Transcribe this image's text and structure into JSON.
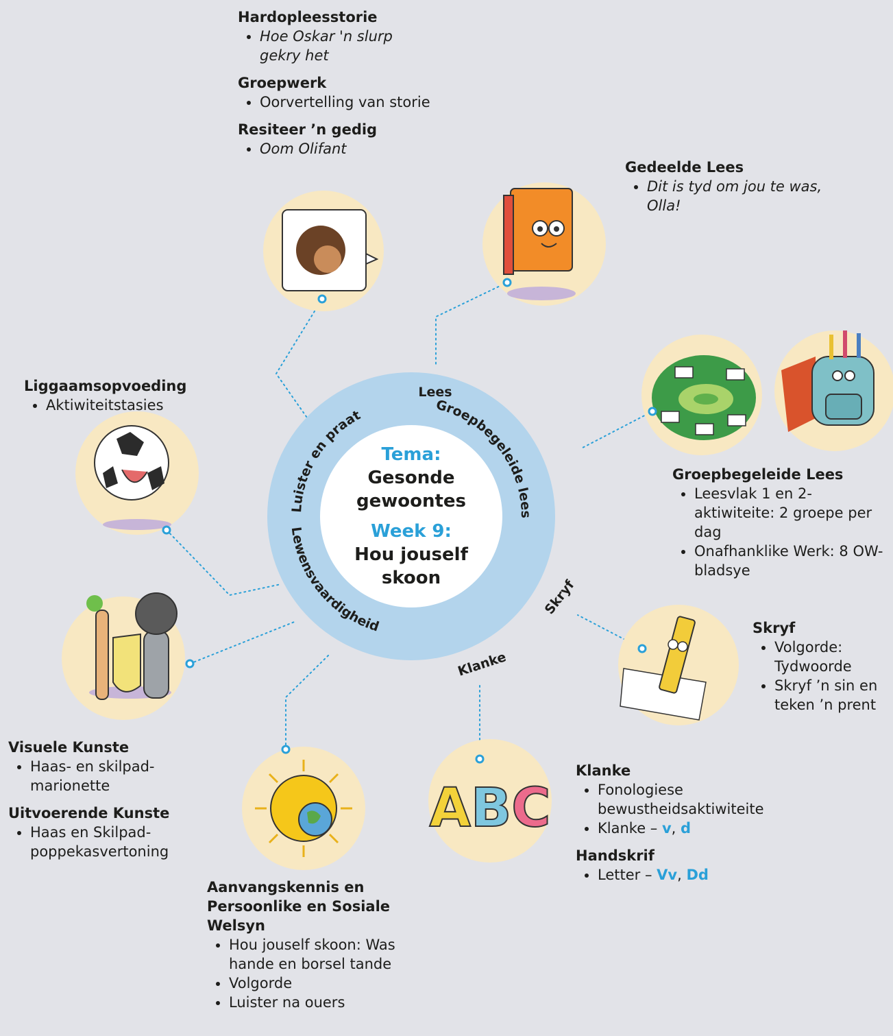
{
  "center": {
    "theme_label": "Tema:",
    "theme_line1": "Gesonde",
    "theme_line2": "gewoontes",
    "week_label": "Week 9:",
    "week_line1": "Hou jouself",
    "week_line2": "skoon"
  },
  "ring_labels": {
    "lees": "Lees",
    "luister": "Luister en praat",
    "groep": "Groepbegeleide lees",
    "lewens": "Lewensvaardigheid",
    "klanke": "Klanke",
    "skryf": "Skryf"
  },
  "blocks": {
    "top": [
      {
        "heading": "Hardopleesstorie",
        "items": [
          {
            "text": "Hoe Oskar 'n slurp gekry het",
            "italic": true
          }
        ]
      },
      {
        "heading": "Groepwerk",
        "items": [
          {
            "text": "Oorvertelling van storie",
            "italic": false
          }
        ]
      },
      {
        "heading": "Resiteer ’n gedig",
        "items": [
          {
            "text": "Oom Olifant",
            "italic": true
          }
        ]
      }
    ],
    "gedeelde": [
      {
        "heading": "Gedeelde Lees",
        "items": [
          {
            "text": "Dit is tyd om jou te was, Olla!",
            "italic": true
          }
        ]
      }
    ],
    "liggaam": [
      {
        "heading": "Liggaamsopvoeding",
        "items": [
          {
            "text": "Aktiwiteitstasies",
            "italic": false
          }
        ]
      }
    ],
    "groepbegeleide": [
      {
        "heading": "Groepbegeleide Lees",
        "items": [
          {
            "text": "Leesvlak 1 en 2-aktiwiteite: 2 groepe per dag",
            "italic": false
          },
          {
            "text": "Onafhanklike Werk: 8 OW-bladsye",
            "italic": false
          }
        ]
      }
    ],
    "skryf": [
      {
        "heading": "Skryf",
        "items": [
          {
            "text": "Volgorde: Tydwoorde",
            "italic": false
          },
          {
            "text": "Skryf ’n sin en teken ’n prent",
            "italic": false
          }
        ]
      }
    ],
    "kunste": [
      {
        "heading": "Visuele Kunste",
        "items": [
          {
            "text": "Haas- en skilpad-marionette",
            "italic": false
          }
        ]
      },
      {
        "heading": "Uitvoerende Kunste",
        "items": [
          {
            "text": "Haas en Skilpad-poppekasvertoning",
            "italic": false
          }
        ]
      }
    ],
    "aanvang": [
      {
        "heading": "Aanvangskennis en Persoonlike en Sosiale Welsyn",
        "items": [
          {
            "text": "Hou jouself skoon: Was hande en borsel tande",
            "italic": false
          },
          {
            "text": "Volgorde",
            "italic": false
          },
          {
            "text": "Luister na ouers",
            "italic": false
          }
        ]
      }
    ],
    "klanke": [
      {
        "heading": "Klanke",
        "items": [
          {
            "text": "Fonologiese bewustheidsaktiwiteite",
            "italic": false
          },
          {
            "text": "Klanke – ",
            "italic": false,
            "hl": [
              "v",
              "d"
            ]
          }
        ]
      },
      {
        "heading": "Handskrif",
        "items": [
          {
            "text": "Letter – ",
            "italic": false,
            "hl": [
              "Vv",
              "Dd"
            ]
          }
        ]
      }
    ]
  },
  "colors": {
    "background": "#e2e3e8",
    "ring": "#b3d4ec",
    "accent": "#2aa0d8",
    "icon_circle": "#f8e8c2"
  },
  "icons": [
    "speaking-child-icon",
    "book-character-icon",
    "reading-groups-icon",
    "backpack-character-icon",
    "soccer-ball-character-icon",
    "music-characters-icon",
    "globe-sun-icon",
    "abc-letters-icon",
    "pencil-writing-icon"
  ]
}
